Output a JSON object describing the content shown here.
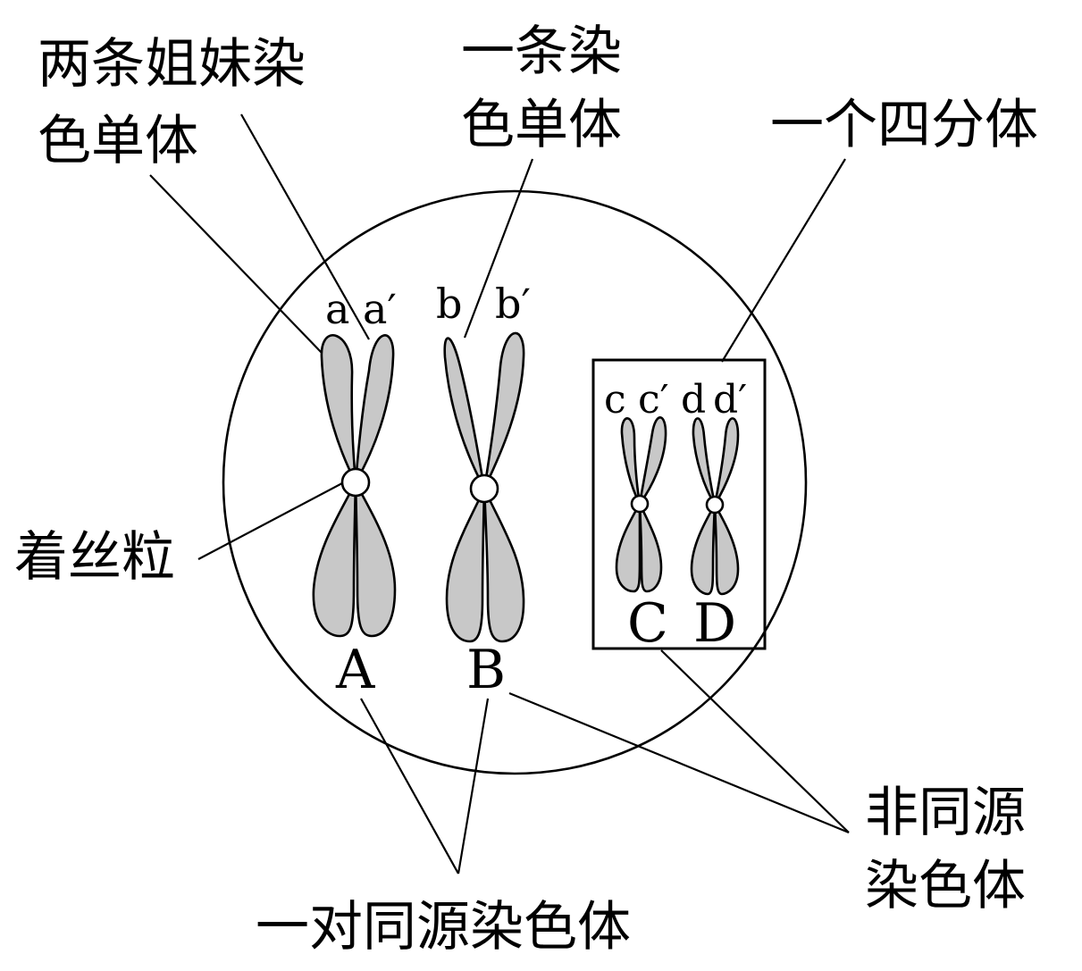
{
  "labels": {
    "sister_chromatids_line1": "两条姐妹染",
    "sister_chromatids_line2": "色单体",
    "one_chromatid_line1": "一条染",
    "one_chromatid_line2": "色单体",
    "tetrad": "一个四分体",
    "centromere": "着丝粒",
    "nonhomologous_line1": "非同源",
    "nonhomologous_line2": "染色体",
    "homologous_pair": "一对同源染色体"
  },
  "genes": {
    "a": "a",
    "a_prime": "a′",
    "b": "b",
    "b_prime": "b′",
    "c": "c",
    "c_prime": "c′",
    "d": "d",
    "d_prime": "d′"
  },
  "chromosomes": {
    "A": "A",
    "B": "B",
    "C": "C",
    "D": "D"
  },
  "colors": {
    "chromatid_fill": "#c8c8c8",
    "outline": "#000000",
    "background": "#ffffff"
  }
}
